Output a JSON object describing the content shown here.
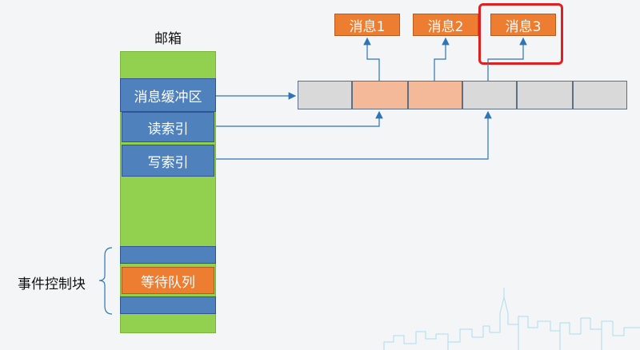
{
  "mailbox": {
    "title": "邮箱",
    "message_buffer": "消息缓冲区",
    "read_index": "读索引",
    "write_index": "写索引",
    "wait_queue": "等待队列"
  },
  "ecb_label": "事件控制块",
  "buffer": {
    "slots": [
      {
        "state": "empty"
      },
      {
        "state": "filled"
      },
      {
        "state": "filled"
      },
      {
        "state": "empty"
      },
      {
        "state": "empty"
      },
      {
        "state": "empty"
      }
    ]
  },
  "messages": [
    "消息1",
    "消息2",
    "消息3"
  ],
  "highlighted_message": "消息3",
  "colors": {
    "mailbox_green": "#92d050",
    "field_blue": "#4f81bd",
    "message_orange": "#ed7d31",
    "filled_slot": "#f4b999",
    "empty_slot": "#d9d9d9",
    "arrow": "#2e75b6",
    "highlight": "#e02020"
  }
}
